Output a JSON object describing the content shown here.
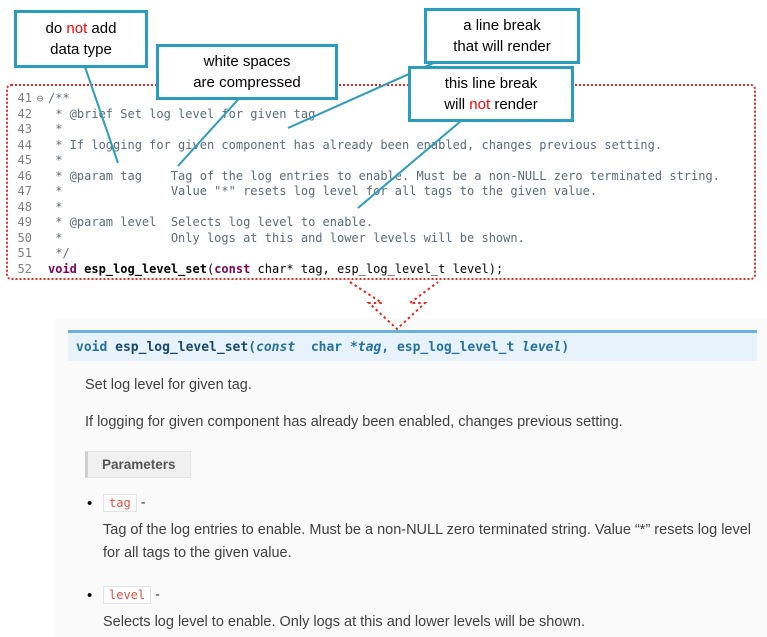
{
  "callouts": {
    "box1": {
      "l1a": "do ",
      "l1b": "not",
      "l1c": " add",
      "l2": "data type"
    },
    "box2": {
      "l1": "white spaces",
      "l2": "are  compressed"
    },
    "box3": {
      "l1": "a line break",
      "l2": "that will render"
    },
    "box4": {
      "l1": "this line break",
      "l2a": "will ",
      "l2b": "not",
      "l2c": " render"
    }
  },
  "colors": {
    "callout_border": "#2a9cbe",
    "connector_line": "#2a9cbe",
    "code_box_border": "#e8281e",
    "sig_bg": "#e7f2fa",
    "sig_border_top": "#6ab0de",
    "param_literal": "#e74c3c"
  },
  "code": {
    "lines": [
      {
        "num": "41",
        "fold": "⊖",
        "text": "/**"
      },
      {
        "num": "42",
        "text": " * @brief Set log level for given tag"
      },
      {
        "num": "43",
        "text": " *"
      },
      {
        "num": "44",
        "text": " * If logging for given component has already been enabled, changes previous setting."
      },
      {
        "num": "45",
        "text": " *"
      },
      {
        "num": "46",
        "text": " * @param tag    Tag of the log entries to enable. Must be a non-NULL zero terminated string."
      },
      {
        "num": "47",
        "text": " *               Value \"*\" resets log level for all tags to the given value."
      },
      {
        "num": "48",
        "text": " *"
      },
      {
        "num": "49",
        "text": " * @param level  Selects log level to enable."
      },
      {
        "num": "50",
        "text": " *               Only logs at this and lower levels will be shown."
      },
      {
        "num": "51",
        "text": " */"
      }
    ],
    "decl": {
      "num": "52",
      "kw1": "void",
      "name": " esp_log_level_set",
      "open": "(",
      "kw2": "const",
      "rest": " char* tag, esp_log_level_t level);"
    }
  },
  "doc": {
    "signature": {
      "kw": "void ",
      "name": "esp_log_level_set",
      "open": "(",
      "const_kw": "const ",
      "type1": " char *",
      "param1": "tag",
      "sep": ", ",
      "type2": "esp_log_level_t ",
      "param2": "level",
      "close": ")"
    },
    "brief": "Set log level for given tag.",
    "para": "If logging for given component has already been enabled, changes previous setting.",
    "params_label": "Parameters",
    "items": [
      {
        "term": "tag",
        "dash": " - ",
        "desc": "Tag of the log entries to enable. Must be a non-NULL zero terminated string. Value “*” resets log level for all tags to the given value."
      },
      {
        "term": "level",
        "dash": " - ",
        "desc": "Selects log level to enable. Only logs at this and lower levels will be shown."
      }
    ]
  }
}
